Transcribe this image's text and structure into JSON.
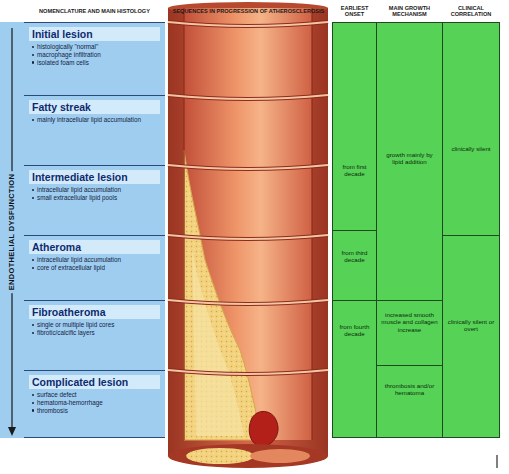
{
  "diagram": {
    "nodes": [
      {
        "text": [
          "Initial lesion",
          "histologically \"normal\"",
          "macrophage infiltration",
          "isolated foam cells"
        ]
      },
      {
        "text": [
          "Fatty streak",
          "mainly intracellular lipid accumulation"
        ]
      },
      {
        "text": [
          "Intermediate lesion",
          "intracellular lipid accumulation",
          "small extracellular lipid pools"
        ]
      },
      {
        "text": [
          "Atheroma",
          "intracellular lipid accumulation",
          "core of extracellular lipid"
        ]
      },
      {
        "text": [
          "Fibroatheroma",
          "single or multiple lipid cores",
          "fibrotic/calcific layers"
        ]
      },
      {
        "text": [
          "Complicated lesion",
          "surface defect",
          "hematoma-hemorrhage",
          "thrombosis"
        ]
      },
      {
        "text": [
          "from first decade"
        ]
      },
      {
        "text": [
          "from third decade"
        ]
      },
      {
        "text": [
          "from fourth decade"
        ]
      },
      {
        "text": [
          "growth mainly by lipid addition"
        ]
      },
      {
        "text": [
          "increased smooth muscle and collagen increase"
        ]
      },
      {
        "text": [
          "thrombosis and/or hematoma"
        ]
      },
      {
        "text": [
          "clinically silent"
        ]
      },
      {
        "text": [
          "clinically silent or overt"
        ]
      }
    ],
    "labels": [
      "NOMENCLATURE AND MAIN HISTOLOGY",
      "SEQUENCES IN PROGRESSION OF ATHEROSCLEROSIS",
      "EARLIEST ONSET",
      "MAIN GROWTH MECHANISM",
      "CLINICAL CORRELATION",
      "ENDOTHELIAL DYSFUNCTION"
    ]
  }
}
